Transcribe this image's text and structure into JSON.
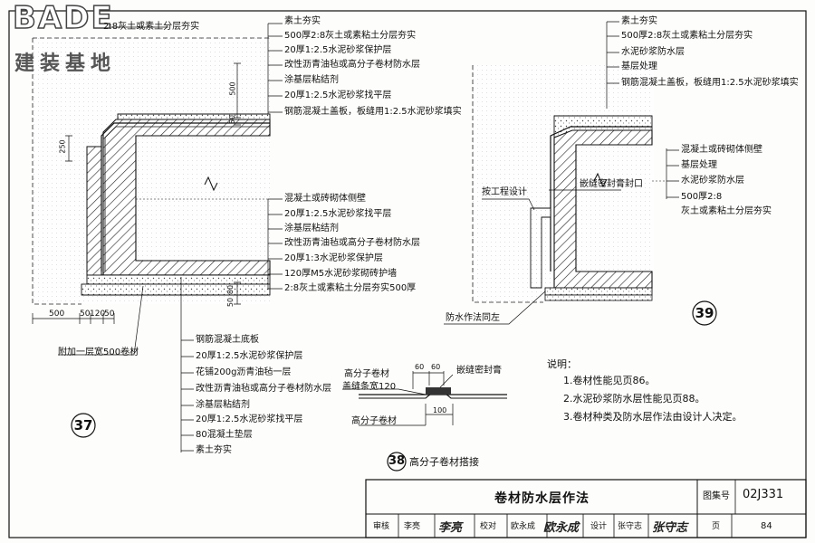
{
  "watermark": {
    "brand": "BADE",
    "subtitle": "建装基地"
  },
  "detail37": {
    "top_fill_label": "2:8灰土或素土分层夯实",
    "wall_top_layers": [
      "素土夯实",
      "500厚2:8灰土或素粘土分层夯实",
      "20厚1:2.5水泥砂浆保护层",
      "改性沥青油毡或高分子卷材防水层",
      "涂基层粘结剂",
      "20厚1:2.5水泥砂浆找平层",
      "钢筋混凝土盖板，板缝用1:2.5水泥砂浆填实"
    ],
    "wall_side_layers": [
      "混凝土或砖砌体侧壁",
      "20厚1:2.5水泥砂浆找平层",
      "涂基层粘结剂",
      "改性沥青油毡或高分子卷材防水层",
      "20厚1:3水泥砂浆保护层",
      "120厚M5水泥砂浆砌砖护墙",
      "2:8灰土或素粘土分层夯实500厚"
    ],
    "floor_layers": [
      "钢筋混凝土底板",
      "20厚1:2.5水泥砂浆保护层",
      "花铺200g沥青油毡一层",
      "改性沥青油毡或高分子卷材防水层",
      "涂基层粘结剂",
      "20厚1:2.5水泥砂浆找平层",
      "80混凝土垫层",
      "素土夯实"
    ],
    "extra_layer_label": "附加一层宽500卷材",
    "dim_500_v": "500",
    "dim_50_v": "50",
    "dim_250": "250",
    "dim_80": "80",
    "dim_50b": "50",
    "dims_bottom": [
      "500",
      "50",
      "120",
      "50"
    ],
    "number": "37"
  },
  "detail39": {
    "top_layers": [
      "素土夯实",
      "500厚2:8灰土或素粘土分层夯实",
      "水泥砂浆防水层",
      "基层处理",
      "钢筋混凝土盖板，板缝用1:2.5水泥砂浆填实"
    ],
    "side_layers": [
      "混凝土或砖砌体侧壁",
      "基层处理",
      "水泥砂浆防水层",
      "500厚2:8",
      "灰土或素粘土分层夯实"
    ],
    "seal_label": "嵌缝密封膏封口",
    "design_label": "按工程设计",
    "same_label": "防水作法同左",
    "number": "39"
  },
  "detail38": {
    "label_top": "高分子卷材",
    "label_strip": "盖缝条宽120",
    "label_bottom": "高分子卷材",
    "seal_label": "嵌缝密封膏",
    "dim_a": "60",
    "dim_b": "60",
    "dim_100": "100",
    "number": "38",
    "caption": "高分子卷材搭接"
  },
  "notes": {
    "heading": "说明：",
    "items": [
      "1.卷材性能见页86。",
      "2.水泥砂浆防水层性能见页88。",
      "3.卷材种类及防水层作法由设计人决定。"
    ]
  },
  "title_block": {
    "title": "卷材防水层作法",
    "atlas_label": "图集号",
    "atlas_number": "02J331",
    "review_label": "审核",
    "reviewer": "李亮",
    "reviewer_sig": "李亮",
    "proof_label": "校对",
    "proofreader": "欧永成",
    "proof_sig": "欧永成",
    "design_label": "设计",
    "designer": "张守志",
    "design_sig": "张守志",
    "page_label": "页",
    "page_number": "84"
  }
}
